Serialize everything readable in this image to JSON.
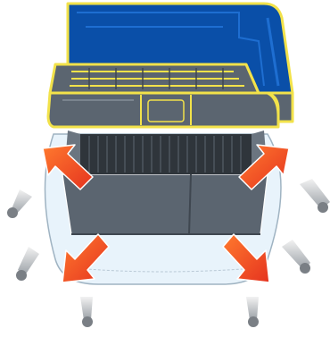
{
  "figure": {
    "kind": "illustration",
    "subject": "printer-assembly-with-vibration-cues",
    "caption": "",
    "colors": {
      "top_cover": "#0a4fa8",
      "top_cover_highlight": "#1e6ed1",
      "outline_yellow": "#f2e24a",
      "body_gray": "#5b6570",
      "body_gray_dark": "#3f4750",
      "vent_gray": "#2f353b",
      "mat_fill": "#e8f3fb",
      "mat_stroke": "#9fb3c2",
      "arrow_red": "#e5331f",
      "arrow_orange": "#ff6a2a",
      "pin_gray": "#7a7f85"
    },
    "arrows": [
      {
        "name": "red-arrow-top-left"
      },
      {
        "name": "red-arrow-top-right"
      },
      {
        "name": "red-arrow-bottom-left"
      },
      {
        "name": "red-arrow-bottom-right"
      }
    ],
    "vibration_marks": [
      {
        "name": "vibration-mark-left-upper"
      },
      {
        "name": "vibration-mark-left-lower"
      },
      {
        "name": "vibration-mark-bottom-left"
      },
      {
        "name": "vibration-mark-bottom-right"
      },
      {
        "name": "vibration-mark-right-lower"
      },
      {
        "name": "vibration-mark-right-upper"
      }
    ]
  }
}
